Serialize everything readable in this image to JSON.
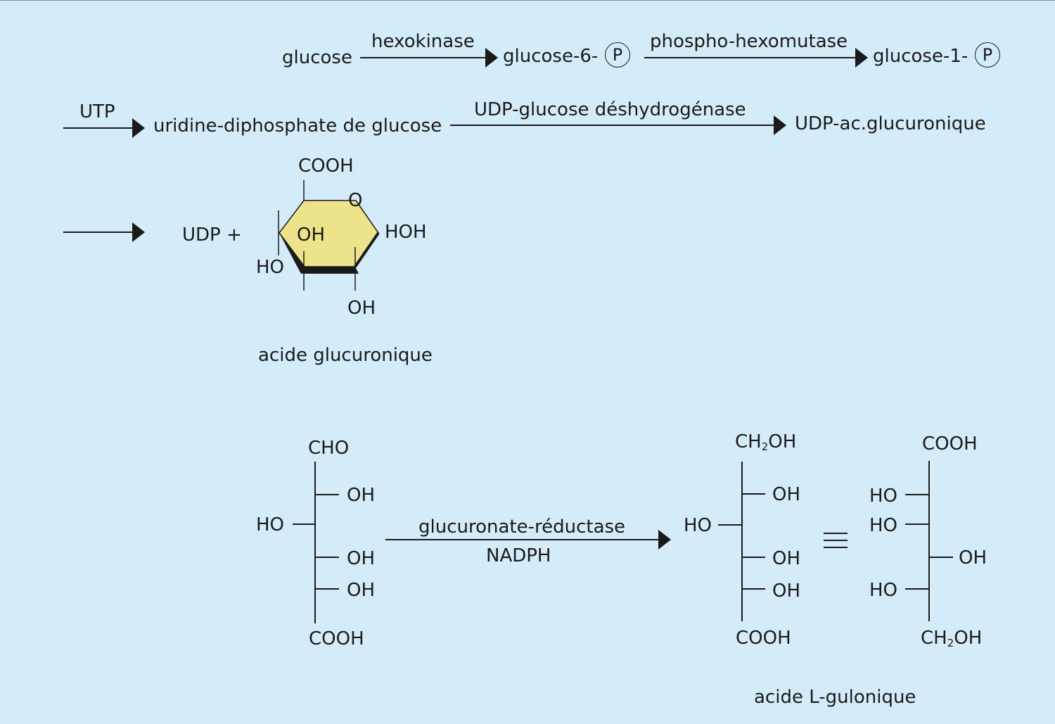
{
  "row1": {
    "substrate": "glucose",
    "enzyme1": "hexokinase",
    "product1_prefix": "glucose-6-",
    "phosphate1": "P",
    "enzyme2": "phospho-hexomutase",
    "product2_prefix": "glucose-1-",
    "phosphate2": "P"
  },
  "row2": {
    "cofactor": "UTP",
    "intermediate": "uridine-diphosphate de glucose",
    "enzyme": "UDP-glucose déshydrogénase",
    "product": "UDP-ac.glucuronique"
  },
  "row3": {
    "udp_plus": "UDP +",
    "ring": {
      "carboxyl": "COOH",
      "ring_oxygen": "O",
      "oh_center": "OH",
      "hoh_right": "HOH",
      "ho_left": "HO",
      "oh_bottom": "OH"
    },
    "caption": "acide glucuronique"
  },
  "fischer_left": {
    "top": "CHO",
    "sub1_right": "OH",
    "sub2_left": "HO",
    "sub3_right": "OH",
    "sub4_right": "OH",
    "bottom": "COOH"
  },
  "reaction": {
    "enzyme": "glucuronate-réductase",
    "cofactor": "NADPH"
  },
  "fischer_middle": {
    "top_main": "CH",
    "top_sub": "2",
    "top_tail": "OH",
    "sub1_right": "OH",
    "sub2_left": "HO",
    "sub3_right": "OH",
    "sub4_right": "OH",
    "bottom": "COOH"
  },
  "equivalence_symbol": "≡",
  "fischer_right": {
    "top": "COOH",
    "sub1_left": "HO",
    "sub2_left": "HO",
    "sub3_right": "OH",
    "sub4_left": "HO",
    "bottom_main": "CH",
    "bottom_sub": "2",
    "bottom_tail": "OH"
  },
  "caption_gulonic": "acide L-gulonique",
  "colors": {
    "background": "#d4ecf9",
    "ring_fill": "#ece38a",
    "ink": "#1a1a1a"
  }
}
